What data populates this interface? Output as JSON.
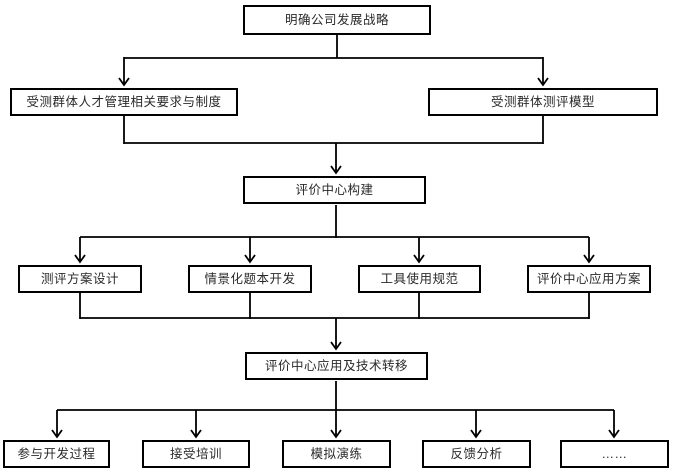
{
  "diagram": {
    "type": "flowchart",
    "background_color": "#ffffff",
    "line_color": "#000000",
    "box_border_color": "#000000",
    "text_color": "#2a2a2a",
    "nodes": {
      "strategy": {
        "label": "明确公司发展战略"
      },
      "requirements": {
        "label": "受测群体人才管理相关要求与制度"
      },
      "model": {
        "label": "受测群体测评模型"
      },
      "construction": {
        "label": "评价中心构建"
      },
      "design": {
        "label": "测评方案设计"
      },
      "scenario": {
        "label": "情景化题本开发"
      },
      "tools": {
        "label": "工具使用规范"
      },
      "application_plan": {
        "label": "评价中心应用方案"
      },
      "transfer": {
        "label": "评价中心应用及技术转移"
      },
      "participate": {
        "label": "参与开发过程"
      },
      "training": {
        "label": "接受培训"
      },
      "simulation": {
        "label": "模拟演练"
      },
      "feedback": {
        "label": "反馈分析"
      },
      "more": {
        "label": "……"
      }
    },
    "edges": [
      {
        "from": "strategy",
        "to": [
          "requirements",
          "model"
        ]
      },
      {
        "from": "requirements, model",
        "to": [
          "construction"
        ]
      },
      {
        "from": "construction",
        "to": [
          "design",
          "scenario",
          "tools",
          "application_plan"
        ]
      },
      {
        "from": "design, scenario, tools, application_plan",
        "to": [
          "transfer"
        ]
      },
      {
        "from": "transfer",
        "to": [
          "participate",
          "training",
          "simulation",
          "feedback",
          "more"
        ]
      }
    ]
  }
}
